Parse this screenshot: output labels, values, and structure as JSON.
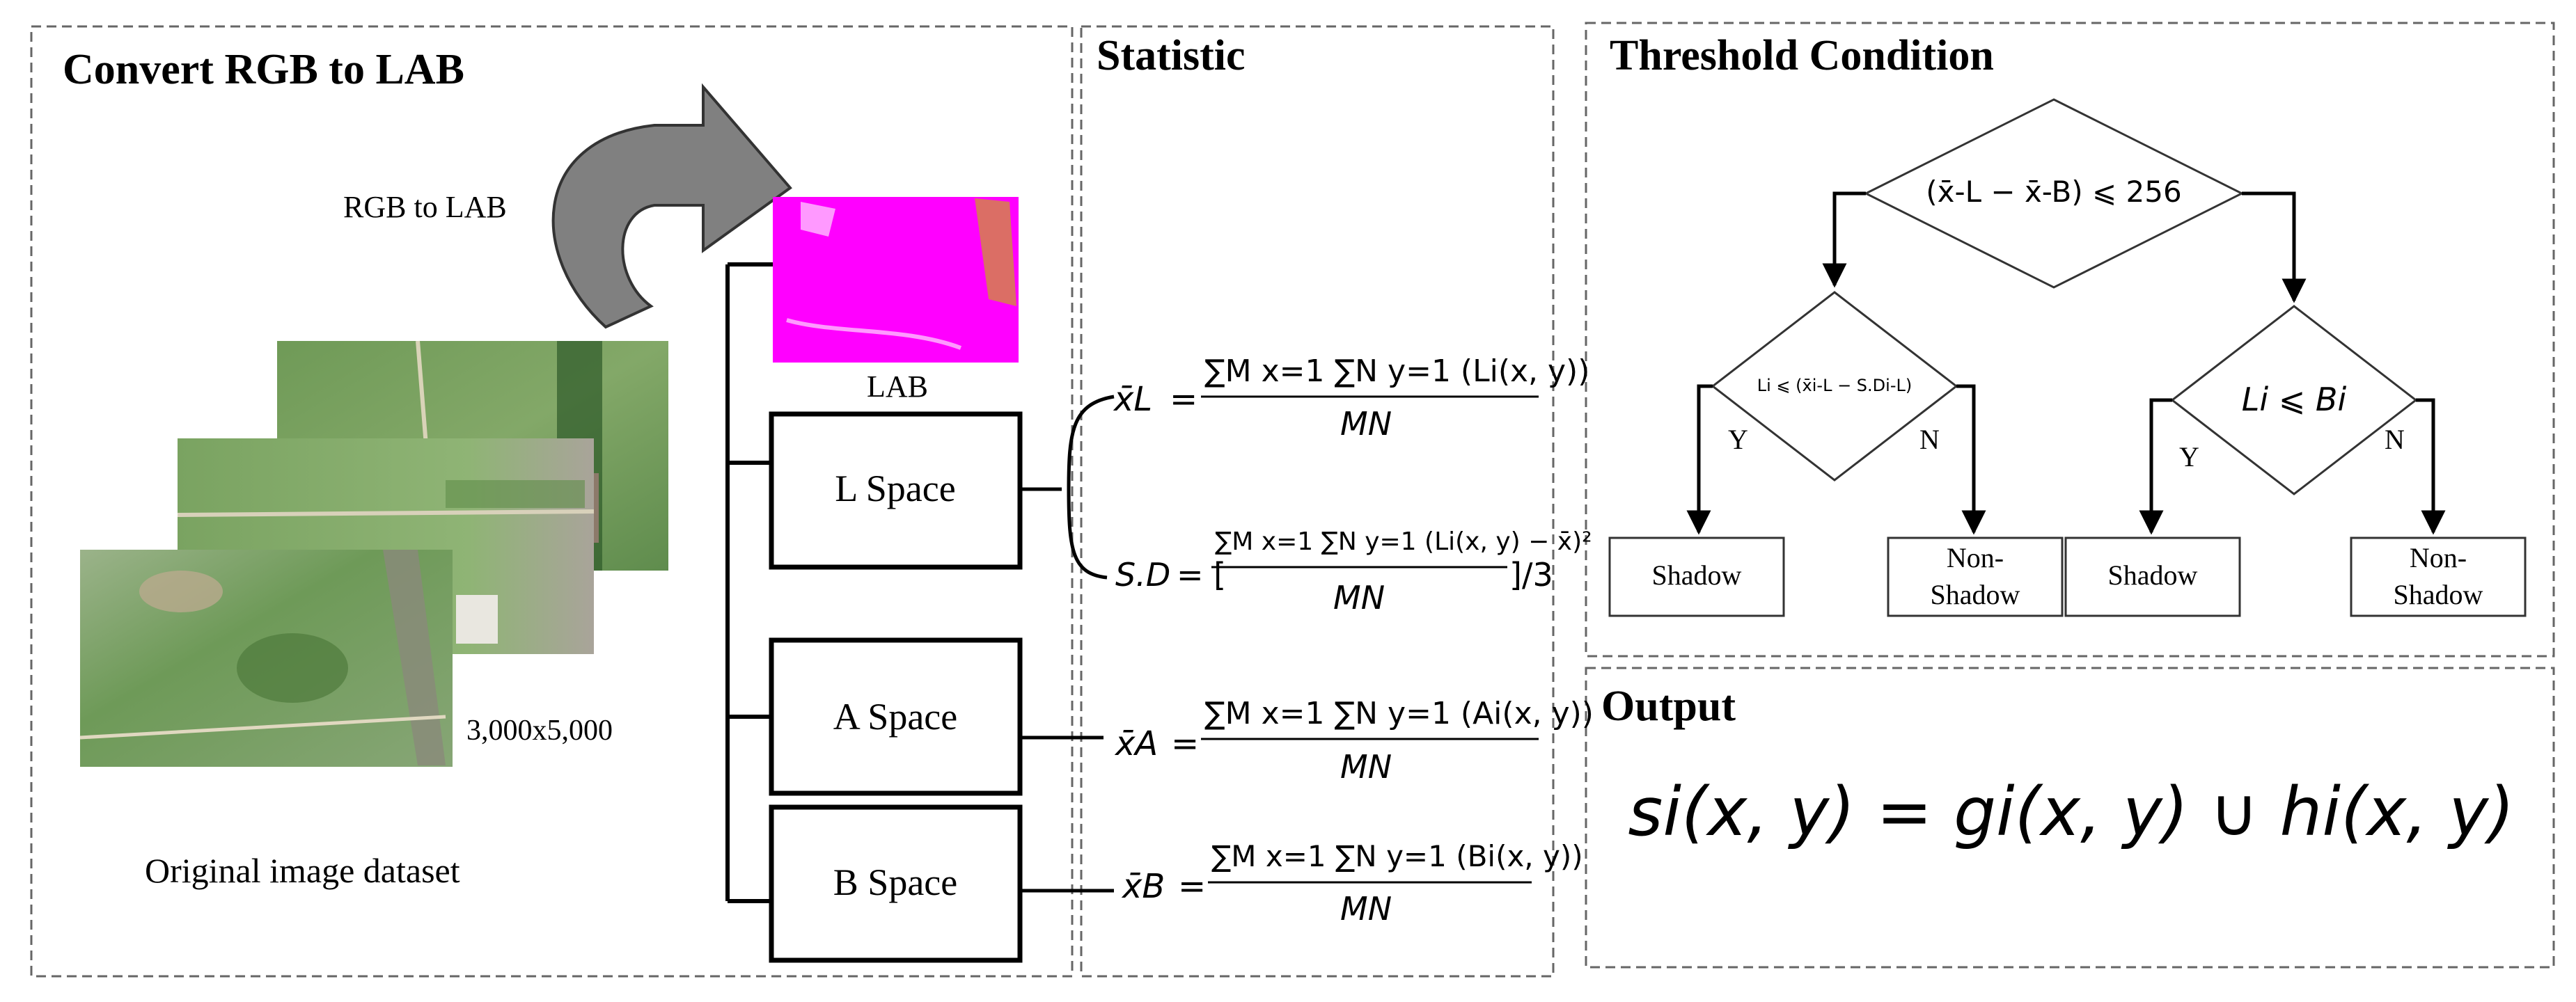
{
  "panels": {
    "convert": {
      "title": "Convert RGB to LAB"
    },
    "statistic": {
      "title": "Statistic"
    },
    "threshold": {
      "title": "Threshold Condition"
    },
    "output": {
      "title": "Output"
    }
  },
  "convert": {
    "arrow_label": "RGB to LAB",
    "lab_label": "LAB",
    "size_label": "3,000x5,000",
    "dataset_label": "Original image dataset"
  },
  "spaces": {
    "l": "L Space",
    "a": "A Space",
    "b": "B Space"
  },
  "formulas": {
    "xL": {
      "lhs": "x̄L",
      "num": "∑M x=1 ∑N y=1 (Li(x, y))",
      "den": "MN"
    },
    "sd": {
      "lhs": "S.D",
      "num": "∑M x=1 ∑N y=1 (Li(x, y) − x̄)²",
      "den": "MN",
      "tail": "]/3"
    },
    "xA": {
      "lhs": "x̄A",
      "num": "∑M x=1 ∑N y=1 (Ai(x, y))",
      "den": "MN"
    },
    "xB": {
      "lhs": "x̄B",
      "num": "∑M x=1 ∑N y=1 (Bi(x, y))",
      "den": "MN"
    }
  },
  "threshold": {
    "top_condition": "(x̄-L − x̄-B) ⩽ 256",
    "left_condition": "Li ⩽ (x̄i-L − S.Di-L)",
    "right_condition": "Li ⩽ Bi",
    "yes": "Y",
    "no": "N",
    "shadow": "Shadow",
    "non_shadow_1": "Non-",
    "non_shadow_2": "Shadow"
  },
  "output": {
    "equation": "si(x, y) = gi(x, y) ∪ hi(x, y)"
  },
  "colors": {
    "lab_image": "#ff00ff",
    "arrow_fill": "#808080",
    "line": "#000000",
    "dash": "#666666"
  }
}
